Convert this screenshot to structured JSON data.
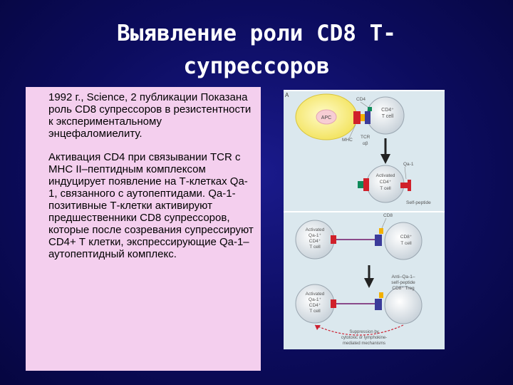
{
  "slide": {
    "title_line1": "Выявление роли CD8 Т-",
    "title_line2": "супрессоров"
  },
  "text": {
    "p1": "1992 г., Science, 2 публикации Показана роль CD8 супрессоров в резистентности к экспериментальному энцефаломиелиту.",
    "p2": "Активация CD4 при связывании TCR с MHC II–пептидным комплексом индуцирует появление на Т-клетках Qa-1, связанного с аутопептидами. Qa-1-позитивные Т-клетки активируют предшественники CD8 супрессоров, которые после созревания супрессируют CD4+ Т клетки, экспрессирующие Qa-1–аутопептидный комплекс."
  },
  "figure": {
    "panel_a_letter": "A",
    "apc": "APC",
    "cd4": "CD4",
    "cd4_t_cell": [
      "CD4⁺",
      "T cell"
    ],
    "mhc": "MHC",
    "tcr": [
      "TCR",
      "αβ"
    ],
    "qa1": "Qa-1",
    "activated_cd4": [
      "Activated",
      "CD4⁺",
      "T cell"
    ],
    "self_peptide": "Self-peptide",
    "cd8": "CD8",
    "activated_qa1_cd4": [
      "Activated",
      "Qa-1⁺",
      "CD4⁺",
      "T cell"
    ],
    "cd8_t_cell": [
      "CD8⁺",
      "T cell"
    ],
    "treg": [
      "Anti–Qa-1–",
      "self-peptide",
      "CD8⁺ Treg"
    ],
    "suppression": [
      "Suppression by",
      "cytotoxic or lymphokine-",
      "mediated mechanisms"
    ]
  }
}
